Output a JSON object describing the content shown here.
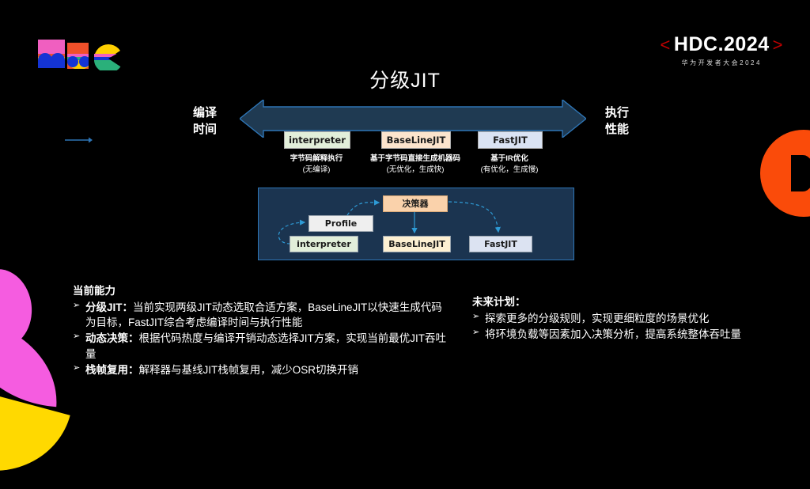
{
  "brand": {
    "logo_name": "mdc-logo",
    "event_title": "HDC.2024",
    "event_bracket_left": "<",
    "event_bracket_right": ">",
    "event_subtitle": "华为开发者大会2024",
    "accent_red": "#c00000",
    "accent_orange": "#fa4b0a",
    "accent_pink": "#f55ce0",
    "accent_yellow": "#ffd900",
    "accent_blue": "#2e75b6"
  },
  "slide": {
    "title": "分级JIT"
  },
  "spectrum": {
    "left_label": "编译\n时间",
    "left_label_line1": "编译",
    "left_label_line2": "时间",
    "right_label_line1": "执行",
    "right_label_line2": "性能",
    "tiers": [
      {
        "name": "interpreter",
        "color": "#e2efda",
        "caption_head": "字节码解释执行",
        "caption_sub": "(无编译)"
      },
      {
        "name": "BaseLineJIT",
        "color": "#fce4cd",
        "caption_head": "基于字节码直接生成机器码",
        "caption_sub": "(无优化，生成快)"
      },
      {
        "name": "FastJIT",
        "color": "#dae3f3",
        "caption_head": "基于IR优化",
        "caption_sub": "(有优化，生成慢)"
      }
    ]
  },
  "flow": {
    "nodes": {
      "decider": "决策器",
      "profile": "Profile",
      "interpreter": "interpreter",
      "baseline": "BaseLineJIT",
      "fastjit": "FastJIT"
    }
  },
  "current": {
    "heading": "当前能力",
    "bullets": [
      {
        "mark": "➢",
        "lead": "分级JIT：",
        "text": "当前实现两级JIT动态选取合适方案，BaseLineJIT以快速生成代码为目标，FastJIT综合考虑编译时间与执行性能"
      },
      {
        "mark": "➢",
        "lead": "动态决策：",
        "text": "根据代码热度与编译开销动态选择JIT方案，实现当前最优JIT吞吐量"
      },
      {
        "mark": "➢",
        "lead": "栈帧复用：",
        "text": "解释器与基线JIT栈帧复用，减少OSR切换开销"
      }
    ]
  },
  "future": {
    "heading": "未来计划：",
    "bullets": [
      {
        "mark": "➢",
        "lead": "",
        "text": "探索更多的分级规则，实现更细粒度的场景优化"
      },
      {
        "mark": "➢",
        "lead": "",
        "text": "将环境负载等因素加入决策分析，提高系统整体吞吐量"
      }
    ]
  }
}
